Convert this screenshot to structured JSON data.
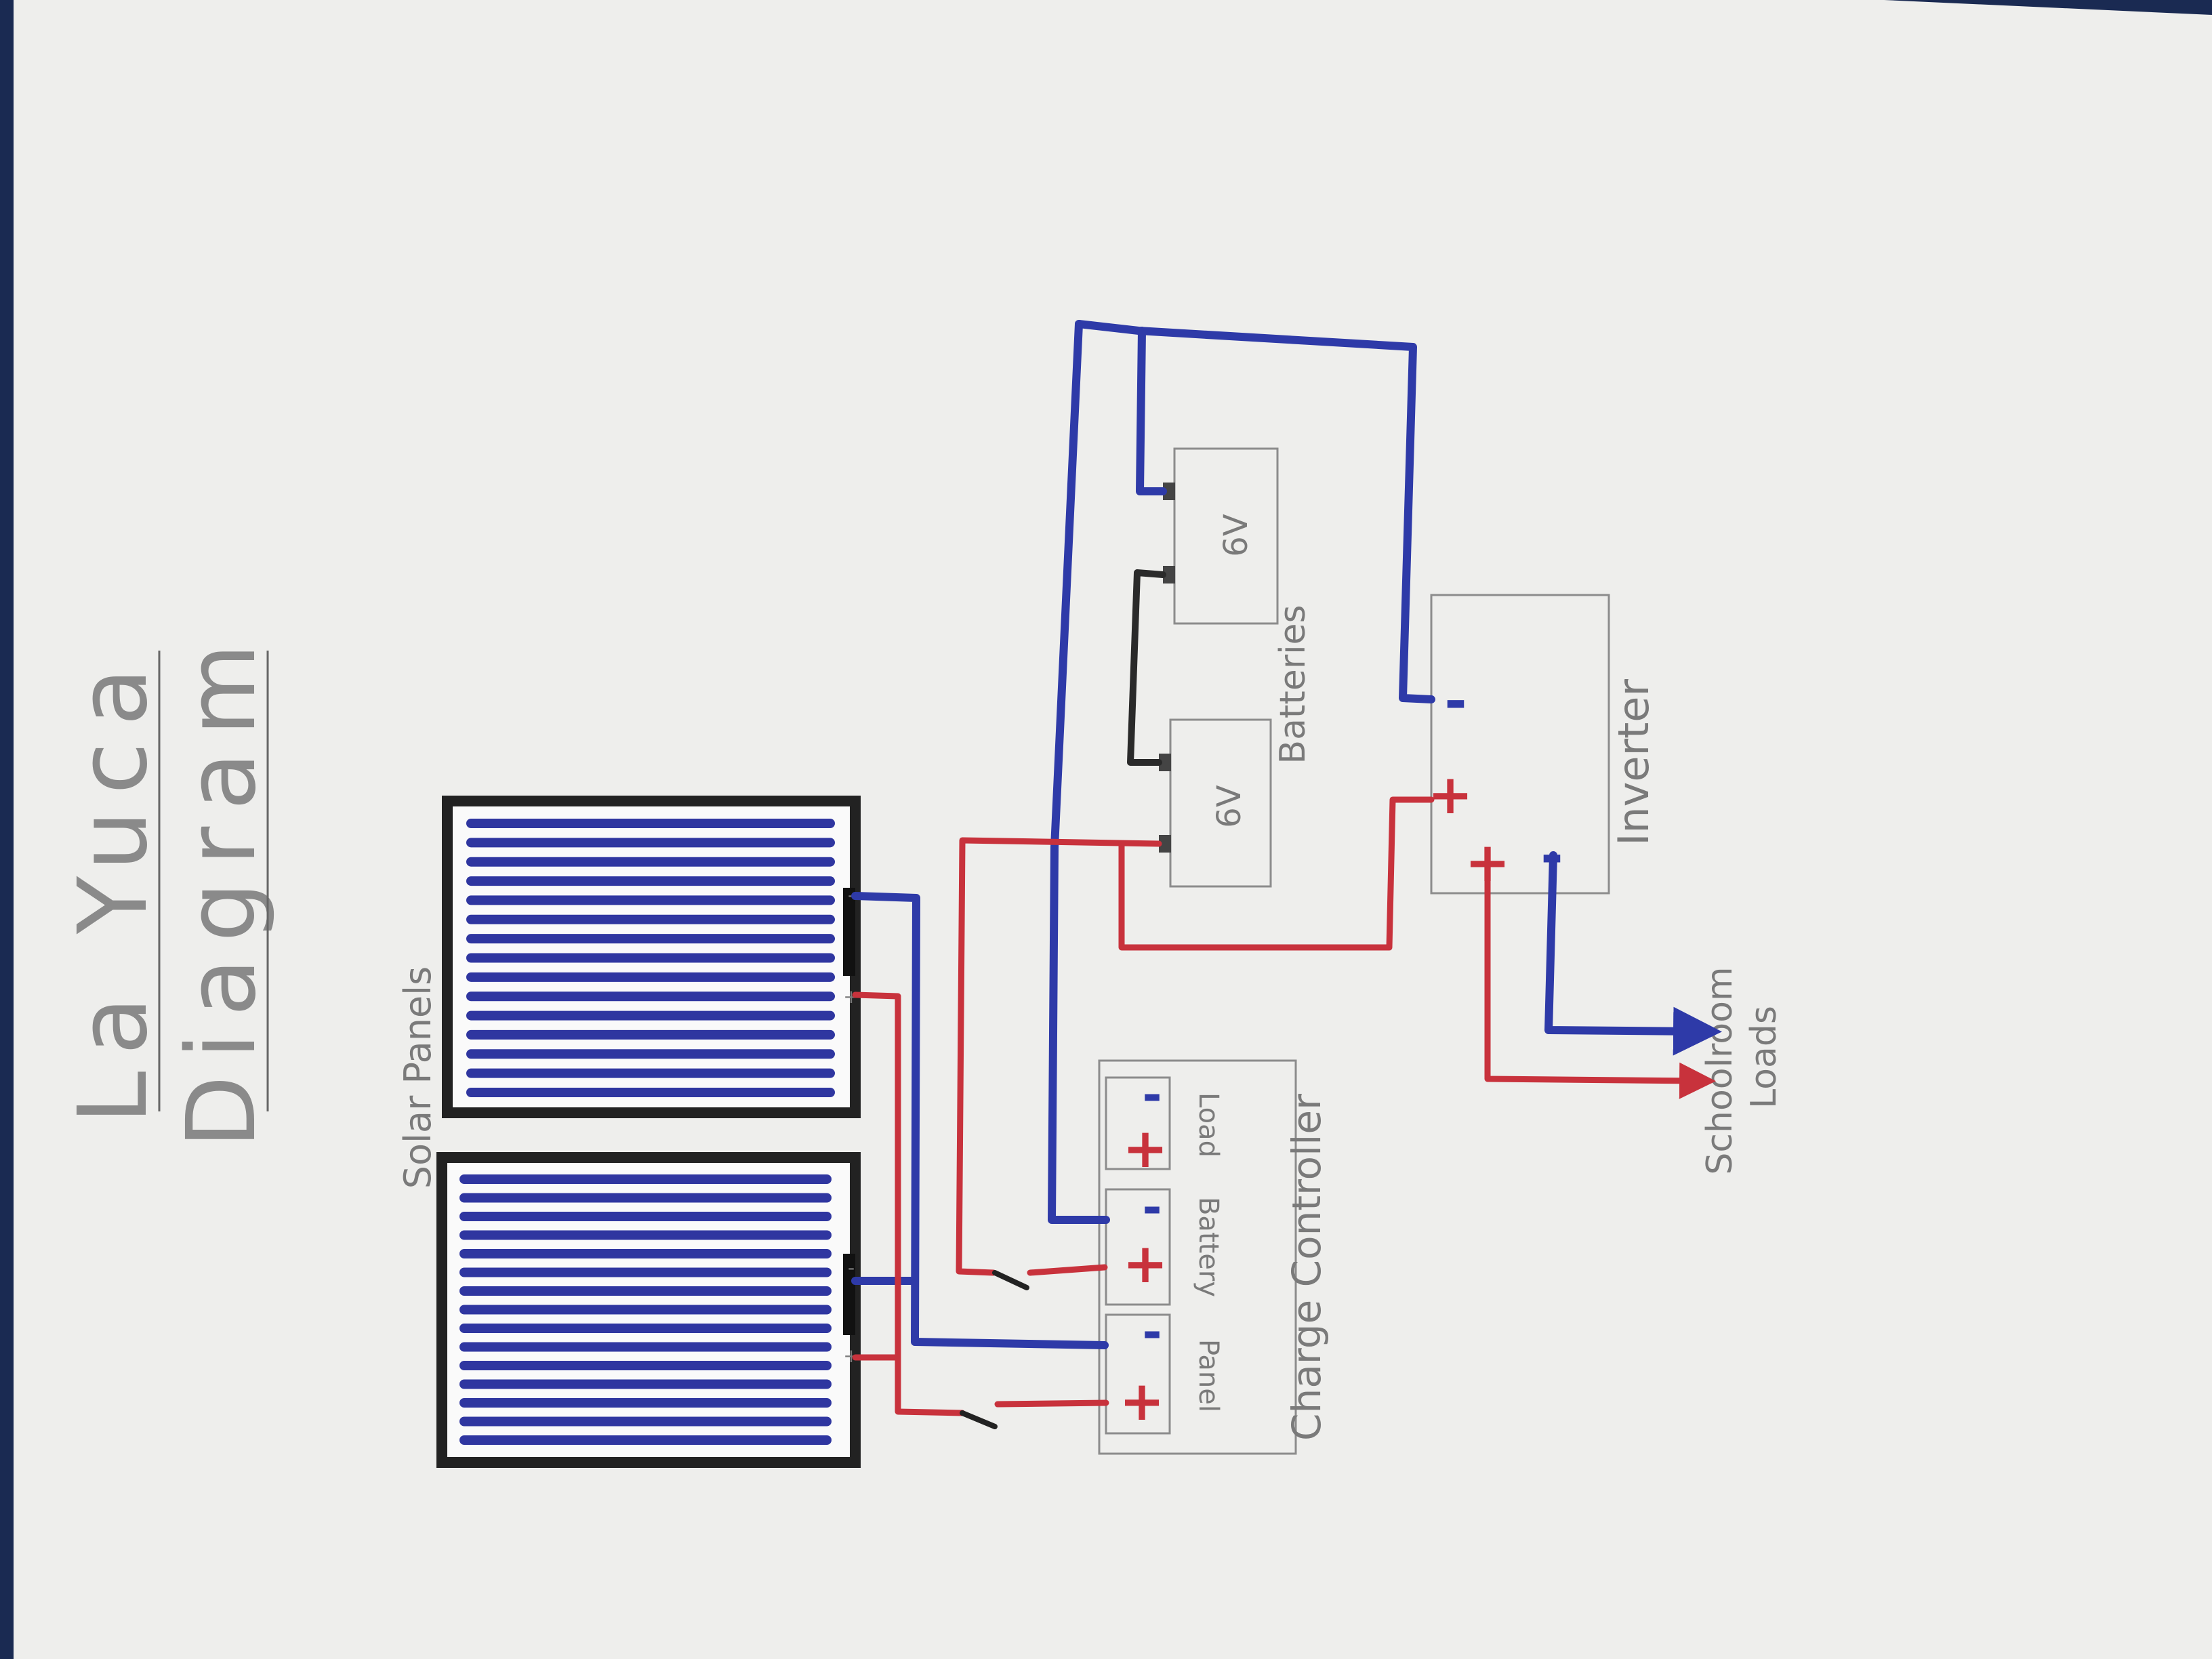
{
  "title": {
    "line1": "La Yuca",
    "line2": "Diagram"
  },
  "solar_panels": {
    "label": "Solar Panels"
  },
  "charge_controller": {
    "label": "Charge Controller",
    "terminals": {
      "panel": "Panel",
      "battery": "Battery",
      "load": "Load"
    }
  },
  "batteries": {
    "label": "Batteries",
    "battery_1": "6V",
    "battery_2": "6V"
  },
  "inverter": {
    "label": "Inverter"
  },
  "loads": {
    "line1": "Schoolroom",
    "line2": "Loads"
  },
  "signs": {
    "plus": "+",
    "minus": "-"
  },
  "colors": {
    "positive_wire": "#c8323c",
    "negative_wire": "#2e3aa8",
    "jumper_wire": "#2a2a2a",
    "panel_frame": "#222222",
    "panel_cell": "#2f36a0",
    "paper": "#eeeeec"
  }
}
